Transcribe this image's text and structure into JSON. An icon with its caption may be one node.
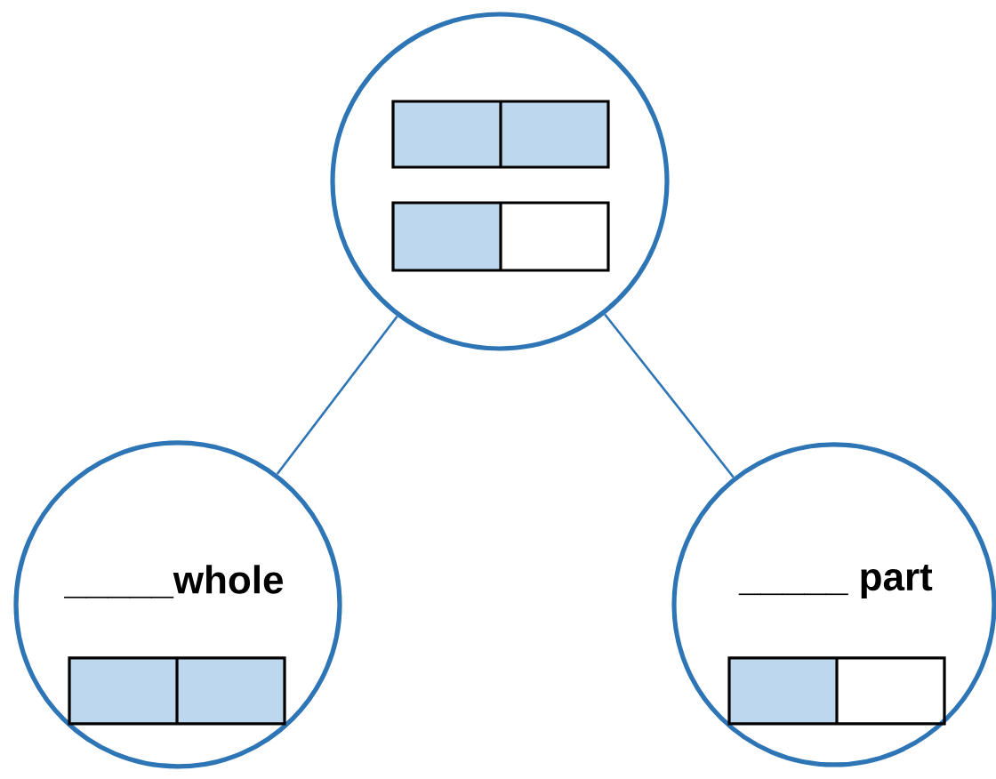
{
  "diagram": {
    "nodes": [
      {
        "text": [],
        "shape": "circle"
      },
      {
        "text": [
          "_____whole"
        ]
      },
      {
        "text": [
          "_____ part"
        ]
      }
    ],
    "edges": [
      {
        "from": 0,
        "to": 1,
        "arrow": "none"
      },
      {
        "from": 0,
        "to": 2,
        "arrow": "none"
      }
    ]
  }
}
